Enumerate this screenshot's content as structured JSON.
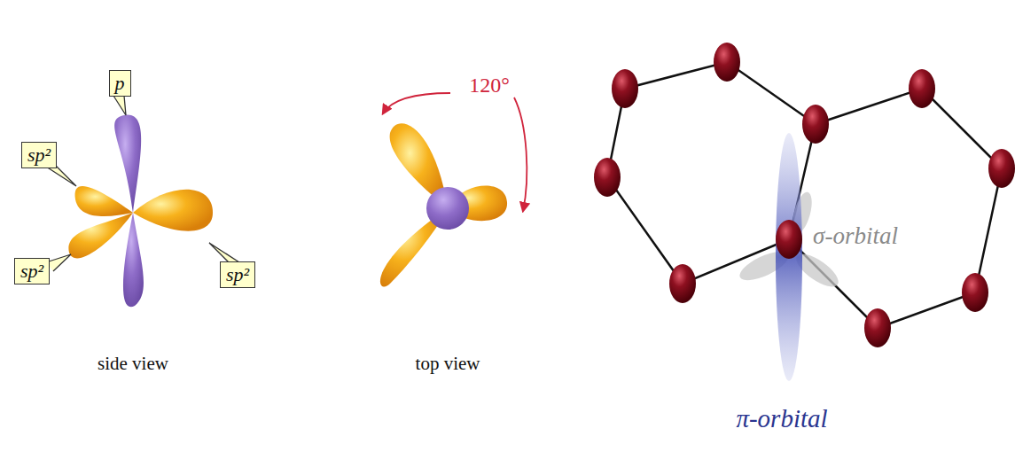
{
  "diagram": {
    "nodes": [
      {
        "text": [
          "p"
        ]
      },
      {
        "text": [
          "sp²"
        ]
      },
      {
        "text": [
          "sp²"
        ]
      },
      {
        "text": [
          "sp²"
        ]
      }
    ],
    "labels": [
      "120°",
      "side view",
      "top view",
      "σ-orbital",
      "π-orbital"
    ]
  }
}
